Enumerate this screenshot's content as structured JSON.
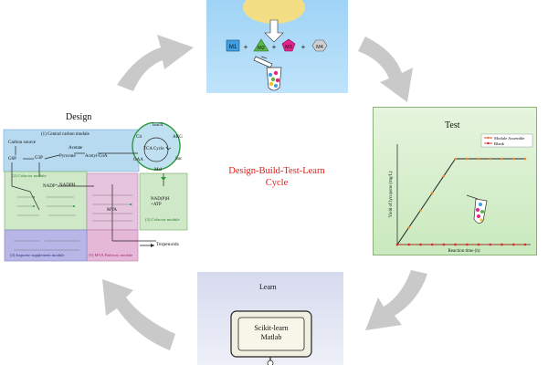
{
  "center": {
    "line1": "Design-Build-Test-Learn",
    "line2": "Cycle"
  },
  "design": {
    "label": "Design",
    "carbon_source": "Carbon source",
    "central_module": "(1) Central carbon module",
    "g6p": "G6P",
    "g3p": "G3P",
    "acetate": "Acetate",
    "pyruvate": "Pyruvate",
    "acetyl_coa": "Acetyl-CoA",
    "tca": "TCA Cycle",
    "isocit": "Isocit",
    "akg": "AKG",
    "cit": "Cit",
    "oaa": "OAA",
    "suc": "Suc",
    "mal": "Mal",
    "cofactor_module": "(2) Cofactor module",
    "nadph": "NADPH",
    "nadp": "NADP⁺",
    "cofactor_module2": "(3) Cofactor module",
    "nad_atp": "NAD(P)H\n+ATP",
    "isoprene_module": "(4) Isoprene supplement module",
    "mva_module": "(5) MVA Pathway module",
    "mva": "MVA",
    "terpenoids": "Terpenoids"
  },
  "build": {
    "modules": [
      "M1",
      "M2",
      "M3",
      "M4"
    ],
    "colors": {
      "m1": "#3f9fe0",
      "m2": "#59b648",
      "m3": "#e2248b",
      "m4": "#cfd0d2"
    }
  },
  "test": {
    "label": "Test",
    "legend": [
      "Module Assemble",
      "Blank"
    ],
    "xlabel": "Reaction time (h)",
    "ylabel": "Yield of lycopene (mg/L)"
  },
  "learn": {
    "label": "Learn",
    "tool1": "Scikit-learn",
    "tool2": "Matlab"
  },
  "chart_data": {
    "type": "line",
    "xlabel": "Reaction time (h)",
    "ylabel": "Yield of lycopene (mg/L)",
    "x": [
      0,
      1,
      2,
      3,
      4,
      5,
      6,
      7,
      8,
      9,
      10,
      11
    ],
    "series": [
      {
        "name": "Module Assemble",
        "values": [
          0,
          2,
          4,
          6,
          8,
          10,
          10,
          10,
          10,
          10,
          10,
          10
        ],
        "color": "#e88a2a"
      },
      {
        "name": "Blank",
        "values": [
          0,
          0,
          0,
          0,
          0,
          0,
          0,
          0,
          0,
          0,
          0,
          0
        ],
        "color": "#d62828"
      }
    ]
  }
}
